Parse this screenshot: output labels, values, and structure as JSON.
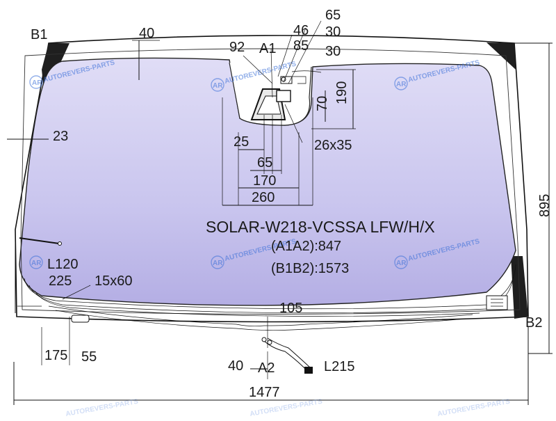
{
  "model": {
    "code": "SOLAR-W218-VCSSA LFW/H/X",
    "a1a2": "(A1A2):847",
    "b1b2": "(B1B2):1573"
  },
  "points": {
    "b1": "B1",
    "b2": "B2",
    "a1": "A1",
    "a2": "A2"
  },
  "dims": {
    "d40_top": "40",
    "d92": "92",
    "d46": "46",
    "d65_top": "65",
    "d85": "85",
    "d30a": "30",
    "d30b": "30",
    "d190": "190",
    "d70": "70",
    "d23": "23",
    "d25": "25",
    "d26x35": "26x35",
    "d65_mid": "65",
    "d170": "170",
    "d260": "260",
    "d895": "895",
    "l120": "L120",
    "d225": "225",
    "d15x60": "15x60",
    "d105": "105",
    "d175": "175",
    "d55": "55",
    "d40_bottom": "40",
    "l215": "L215",
    "d1477": "1477"
  },
  "watermark": {
    "text": "AUTOREVERS-PARTS",
    "logo": "AR"
  },
  "colors": {
    "glass_top": "#dcd9f4",
    "glass_bottom": "#b7b2e6",
    "frame_dark": "#1f1f1f",
    "watermark": "#3a6fd8"
  }
}
